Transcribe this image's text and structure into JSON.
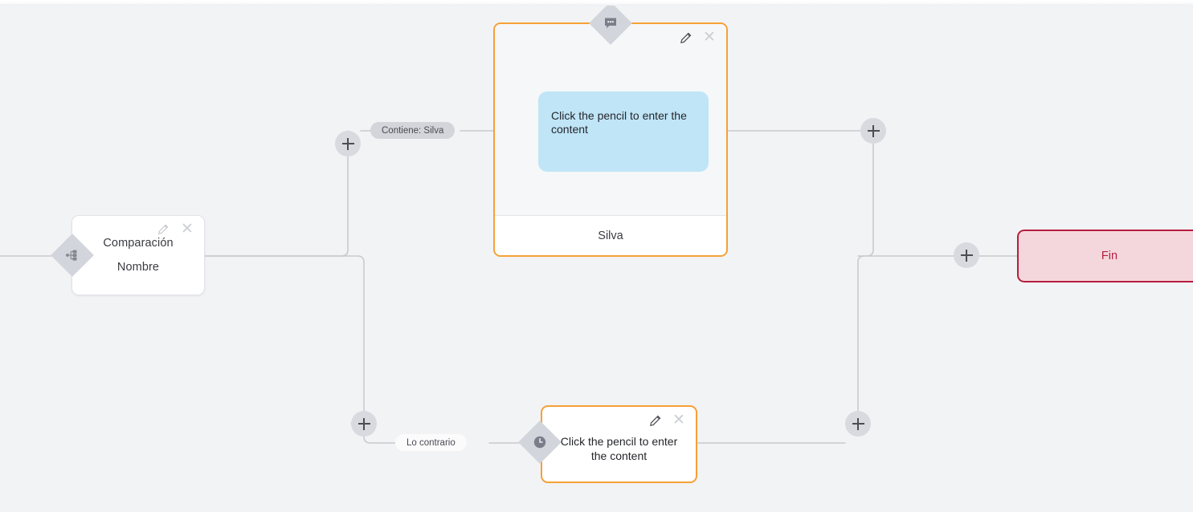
{
  "canvas": {
    "background_color": "#f2f3f5",
    "edge_color": "#c9cace",
    "accent_orange": "#f5a135",
    "accent_crimson": "#b81e3e",
    "bubble_blue": "#bfe5f7",
    "badge_gray": "#d3d5dc"
  },
  "nodes": {
    "start": {
      "title": "Comparación",
      "subtitle": "Nombre",
      "badge_icon": "sitemap-icon",
      "edit_icon": "pencil-icon",
      "close_icon": "close-icon"
    },
    "message_top": {
      "bubble_text": "Click the pencil to enter the content",
      "footer_text": "Silva",
      "badge_icon": "chat-bubble-icon",
      "edit_icon": "pencil-icon",
      "close_icon": "close-icon"
    },
    "message_bottom": {
      "text": "Click the pencil to enter the content",
      "badge_icon": "clock-icon",
      "edit_icon": "pencil-icon",
      "close_icon": "close-icon"
    },
    "end": {
      "label": "Fin"
    }
  },
  "edge_labels": {
    "branch_true": "Contiene: Silva",
    "branch_false": "Lo contrario"
  },
  "add_buttons": {
    "icon": "plus-icon",
    "label": "+",
    "count": 5
  }
}
